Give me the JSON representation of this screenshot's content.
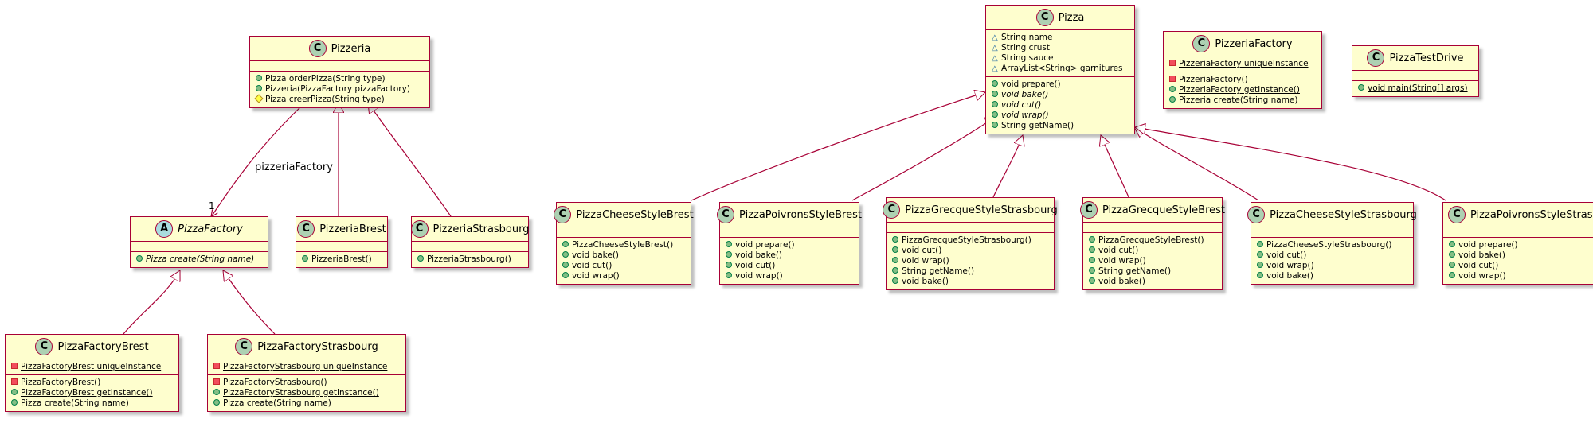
{
  "classes": {
    "pizzeria": {
      "name": "Pizzeria",
      "stereotype": "C",
      "methods": [
        {
          "vis": "pub",
          "text": "Pizza orderPizza(String type)"
        },
        {
          "vis": "pub",
          "text": "Pizzeria(PizzaFactory pizzaFactory)"
        },
        {
          "vis": "prot",
          "text": "Pizza creerPizza(String type)"
        }
      ]
    },
    "pizzaFactory": {
      "name": "PizzaFactory",
      "stereotype": "A",
      "methods": [
        {
          "vis": "pub",
          "text": "Pizza create(String name)"
        }
      ]
    },
    "pizzeriaBrest": {
      "name": "PizzeriaBrest",
      "stereotype": "C",
      "methods": [
        {
          "vis": "pub",
          "text": "PizzeriaBrest()"
        }
      ]
    },
    "pizzeriaStrasbourg": {
      "name": "PizzeriaStrasbourg",
      "stereotype": "C",
      "methods": [
        {
          "vis": "pub",
          "text": "PizzeriaStrasbourg()"
        }
      ]
    },
    "pizzaFactoryBrest": {
      "name": "PizzaFactoryBrest",
      "stereotype": "C",
      "fields": [
        {
          "vis": "priv",
          "text": "PizzaFactoryBrest uniqueInstance"
        }
      ],
      "methods": [
        {
          "vis": "priv",
          "text": "PizzaFactoryBrest()"
        },
        {
          "vis": "pub",
          "text": "PizzaFactoryBrest getInstance()"
        },
        {
          "vis": "pub",
          "text": "Pizza create(String name)"
        }
      ]
    },
    "pizzaFactoryStrasbourg": {
      "name": "PizzaFactoryStrasbourg",
      "stereotype": "C",
      "fields": [
        {
          "vis": "priv",
          "text": "PizzaFactoryStrasbourg uniqueInstance"
        }
      ],
      "methods": [
        {
          "vis": "priv",
          "text": "PizzaFactoryStrasbourg()"
        },
        {
          "vis": "pub",
          "text": "PizzaFactoryStrasbourg getInstance()"
        },
        {
          "vis": "pub",
          "text": "Pizza create(String name)"
        }
      ]
    },
    "pizza": {
      "name": "Pizza",
      "stereotype": "C",
      "fields": [
        {
          "vis": "pkg",
          "text": "String name"
        },
        {
          "vis": "pkg",
          "text": "String crust"
        },
        {
          "vis": "pkg",
          "text": "String sauce"
        },
        {
          "vis": "pkg",
          "text": "ArrayList<String> garnitures"
        }
      ],
      "methods": [
        {
          "vis": "pub",
          "text": "void prepare()"
        },
        {
          "vis": "pub",
          "text": "void bake()"
        },
        {
          "vis": "pub",
          "text": "void cut()"
        },
        {
          "vis": "pub",
          "text": "void wrap()"
        },
        {
          "vis": "pub",
          "text": "String getName()"
        }
      ]
    },
    "pizzeriaFactory": {
      "name": "PizzeriaFactory",
      "stereotype": "C",
      "fields": [
        {
          "vis": "priv",
          "text": "PizzeriaFactory uniqueInstance"
        }
      ],
      "methods": [
        {
          "vis": "priv",
          "text": "PizzeriaFactory()"
        },
        {
          "vis": "pub",
          "text": "PizzeriaFactory getInstance()"
        },
        {
          "vis": "pub",
          "text": "Pizzeria create(String name)"
        }
      ]
    },
    "pizzaTestDrive": {
      "name": "PizzaTestDrive",
      "stereotype": "C",
      "fields": [],
      "methods": [
        {
          "vis": "pub",
          "text": "void main(String[] args)"
        }
      ]
    },
    "cheeseBrest": {
      "name": "PizzaCheeseStyleBrest",
      "stereotype": "C",
      "methods": [
        {
          "vis": "pub",
          "text": "PizzaCheeseStyleBrest()"
        },
        {
          "vis": "pub",
          "text": "void bake()"
        },
        {
          "vis": "pub",
          "text": "void cut()"
        },
        {
          "vis": "pub",
          "text": "void wrap()"
        }
      ]
    },
    "poivronsBrest": {
      "name": "PizzaPoivronsStyleBrest",
      "stereotype": "C",
      "methods": [
        {
          "vis": "pub",
          "text": "void prepare()"
        },
        {
          "vis": "pub",
          "text": "void bake()"
        },
        {
          "vis": "pub",
          "text": "void cut()"
        },
        {
          "vis": "pub",
          "text": "void wrap()"
        }
      ]
    },
    "grecqueStrasbourg": {
      "name": "PizzaGrecqueStyleStrasbourg",
      "stereotype": "C",
      "methods": [
        {
          "vis": "pub",
          "text": "PizzaGrecqueStyleStrasbourg()"
        },
        {
          "vis": "pub",
          "text": "void cut()"
        },
        {
          "vis": "pub",
          "text": "void wrap()"
        },
        {
          "vis": "pub",
          "text": "String getName()"
        },
        {
          "vis": "pub",
          "text": "void bake()"
        }
      ]
    },
    "grecqueBrest": {
      "name": "PizzaGrecqueStyleBrest",
      "stereotype": "C",
      "methods": [
        {
          "vis": "pub",
          "text": "PizzaGrecqueStyleBrest()"
        },
        {
          "vis": "pub",
          "text": "void cut()"
        },
        {
          "vis": "pub",
          "text": "void wrap()"
        },
        {
          "vis": "pub",
          "text": "String getName()"
        },
        {
          "vis": "pub",
          "text": "void bake()"
        }
      ]
    },
    "cheeseStrasbourg": {
      "name": "PizzaCheeseStyleStrasbourg",
      "stereotype": "C",
      "methods": [
        {
          "vis": "pub",
          "text": "PizzaCheeseStyleStrasbourg()"
        },
        {
          "vis": "pub",
          "text": "void cut()"
        },
        {
          "vis": "pub",
          "text": "void wrap()"
        },
        {
          "vis": "pub",
          "text": "void bake()"
        }
      ]
    },
    "poivronsStrasbourg": {
      "name": "PizzaPoivronsStyleStrasbourg",
      "stereotype": "C",
      "methods": [
        {
          "vis": "pub",
          "text": "void prepare()"
        },
        {
          "vis": "pub",
          "text": "void bake()"
        },
        {
          "vis": "pub",
          "text": "void cut()"
        },
        {
          "vis": "pub",
          "text": "void wrap()"
        }
      ]
    }
  },
  "relations": {
    "association_label": "pizzeriaFactory",
    "multiplicity": "1"
  },
  "colors": {
    "class_fill": "#FEFECE",
    "border": "#A80036",
    "class_stereotype_fill": "#ADD1B2",
    "abstract_stereotype_fill": "#A9DCDF",
    "public": "#84BE84",
    "private": "#F24D5C",
    "protected": "#FFFF44",
    "package": "#1963A0"
  }
}
